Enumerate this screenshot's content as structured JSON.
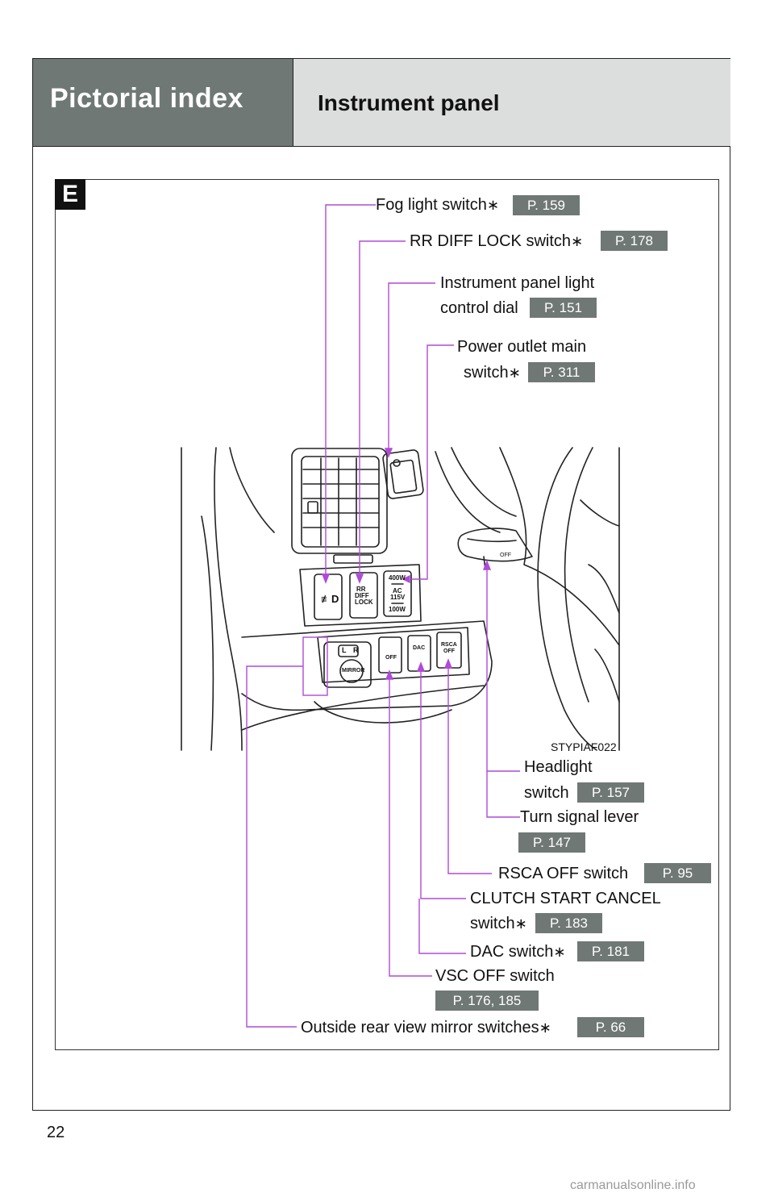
{
  "header": {
    "section_title": "Pictorial index",
    "page_title": "Instrument panel"
  },
  "section_badge": "E",
  "figure_code": "STYPIAF022",
  "callouts": [
    {
      "label": "Fog light switch",
      "star": "∗",
      "ref": "P. 159"
    },
    {
      "label": "RR DIFF LOCK switch",
      "star": "∗",
      "ref": "P. 178"
    },
    {
      "label_line1": "Instrument panel light",
      "label_line2": "control dial",
      "ref": "P. 151"
    },
    {
      "label_line1": "Power outlet main",
      "label_line2": "switch",
      "star": "∗",
      "ref": "P. 311"
    },
    {
      "label_line1": "Headlight",
      "label_line2": "switch",
      "ref": "P. 157"
    },
    {
      "label": "Turn signal lever",
      "ref": "P. 147"
    },
    {
      "label": "RSCA OFF switch",
      "ref": "P. 95"
    },
    {
      "label_line1": "CLUTCH START CANCEL",
      "label_line2": "switch",
      "star": "∗",
      "ref": "P. 183"
    },
    {
      "label": "DAC switch",
      "star": "∗",
      "ref": "P. 181"
    },
    {
      "label": "VSC OFF switch",
      "ref": "P. 176, 185"
    },
    {
      "label": "Outside rear view mirror switches",
      "star": "∗",
      "ref": "P. 66"
    }
  ],
  "panel_markings": {
    "fog": "≢D",
    "rr1": "RR",
    "rr2": "DIFF",
    "rr3": "LOCK",
    "pw1": "400W",
    "pw2": "AC",
    "pw3": "115V",
    "pw4": "100W",
    "vsc": "OFF",
    "dac": "DAC",
    "rsca1": "RSCA",
    "rsca2": "OFF",
    "mirror_l": "L",
    "mirror_r": "R",
    "mirror": "MIRROR",
    "lever_off": "OFF"
  },
  "page_number": "22",
  "watermark": "carmanualsonline.info",
  "colors": {
    "header_dark": "#6f7875",
    "header_light": "#dcdedd",
    "leader": "#b04ad8",
    "ref_badge": "#6f7875"
  },
  "icons": [
    "star-icon"
  ]
}
